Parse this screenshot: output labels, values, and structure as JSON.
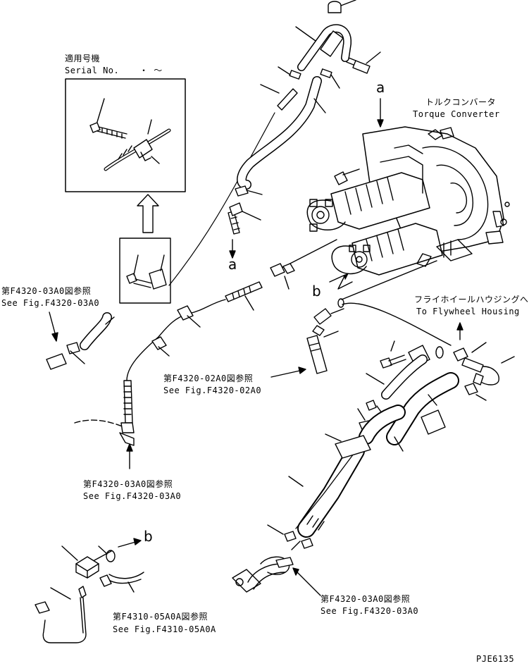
{
  "serial_box": {
    "title_jp": "適用号機",
    "title_en": "Serial No.",
    "range_mark": "・ ～"
  },
  "torque_converter": {
    "jp": "トルクコンバータ",
    "en": "Torque Converter"
  },
  "flywheel": {
    "jp": "フライホイールハウジングへ",
    "en": "To Flywheel Housing"
  },
  "markers": {
    "a_top": "a",
    "a_mid": "a",
    "b_mid": "b",
    "b_low": "b"
  },
  "refs": [
    {
      "jp": "第F4320-03A0図参照",
      "en": "See Fig.F4320-03A0"
    },
    {
      "jp": "第F4320-02A0図参照",
      "en": "See Fig.F4320-02A0"
    },
    {
      "jp": "第F4320-03A0図参照",
      "en": "See Fig.F4320-03A0"
    },
    {
      "jp": "第F4310-05A0A図参照",
      "en": "See Fig.F4310-05A0A"
    },
    {
      "jp": "第F4320-03A0図参照",
      "en": "See Fig.F4320-03A0"
    }
  ],
  "drawing_id": "PJE6135"
}
